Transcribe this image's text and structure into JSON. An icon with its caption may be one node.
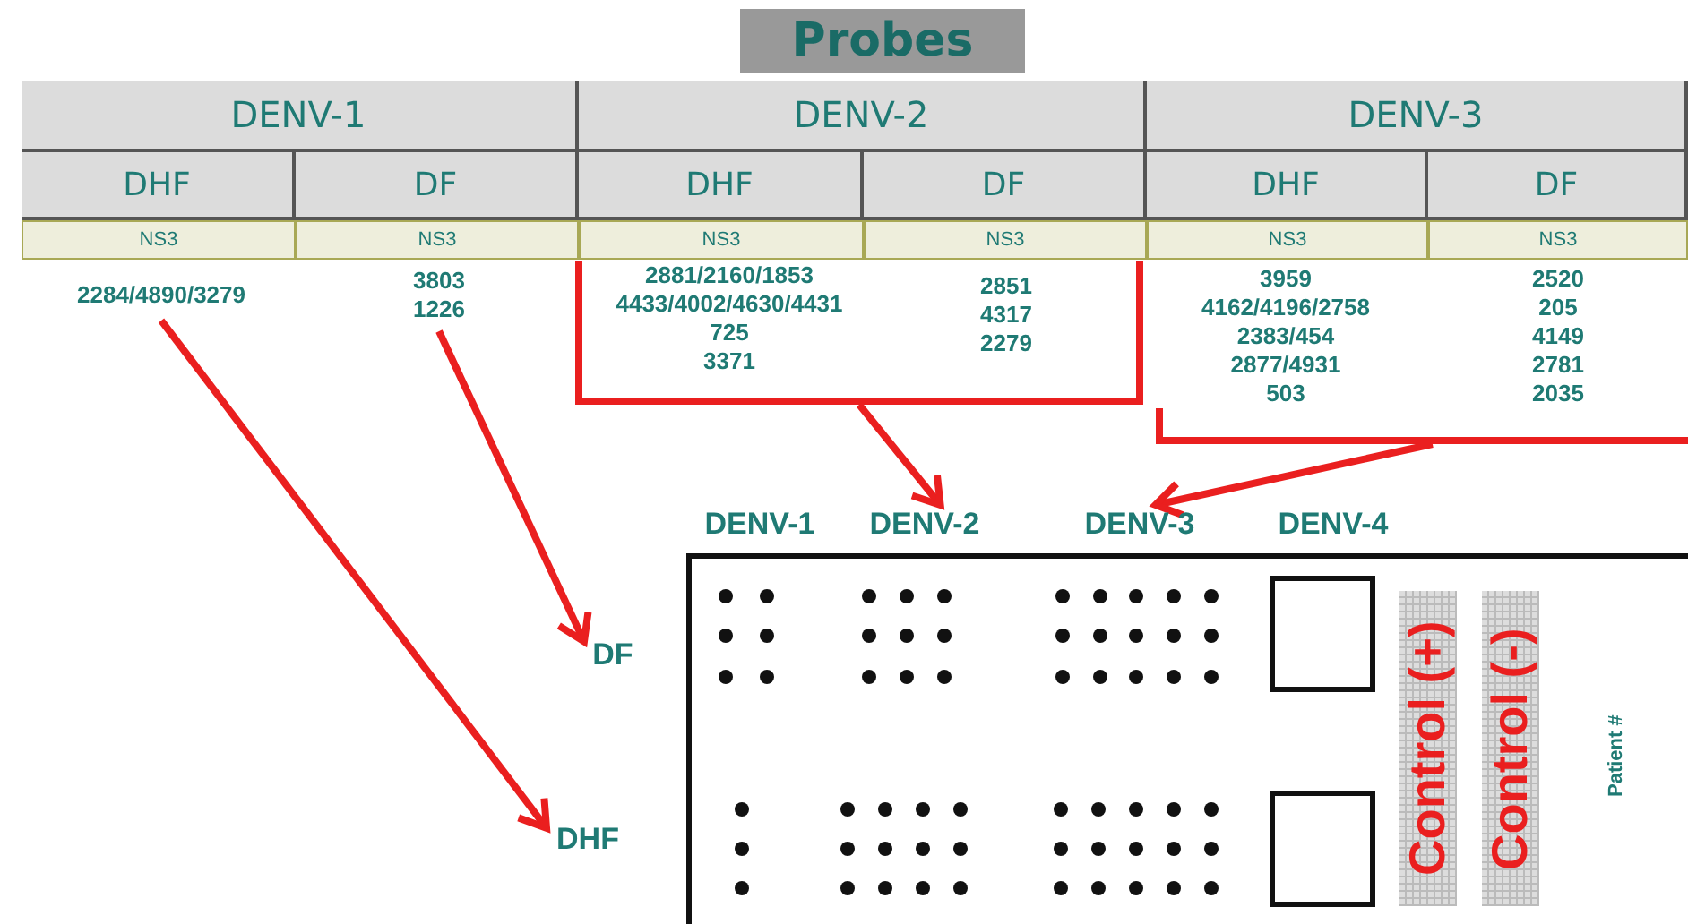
{
  "diagram": {
    "title": "Probes",
    "nodes": [
      {
        "text": [
          "2284/4890/3279"
        ]
      },
      {
        "text": [
          "3803 1226"
        ]
      },
      {
        "text": [
          "2881/2160/1853 4433/4002/4630/4431 725 3371",
          "2851 4317 2279"
        ]
      },
      {
        "text": [
          "3959 4162/4196/2758 2383/454 2877/4931 503",
          "2520 205 4149 2781 2035"
        ]
      },
      {
        "text": [
          "DENV-2"
        ]
      },
      {
        "text": [
          "DENV-3"
        ]
      },
      {
        "text": [
          "DF"
        ]
      },
      {
        "text": [
          "DHF"
        ]
      },
      {
        "text": [
          "Patient #"
        ]
      }
    ],
    "edges": [
      {
        "from": 0,
        "to": 7,
        "arrow": "to"
      },
      {
        "from": 1,
        "to": 6,
        "arrow": "to"
      },
      {
        "from": 2,
        "to": 4,
        "arrow": "to"
      },
      {
        "from": 3,
        "to": 5,
        "arrow": "to"
      }
    ],
    "labels": [
      "DENV-1",
      "DENV-2",
      "DENV-3",
      "DHF",
      "DF",
      "DHF",
      "DF",
      "DHF",
      "DF",
      "NS3",
      "NS3",
      "NS3",
      "NS3",
      "NS3",
      "NS3",
      "DENV-1",
      "DENV-4",
      "Control (+)",
      "Control (-)"
    ]
  }
}
